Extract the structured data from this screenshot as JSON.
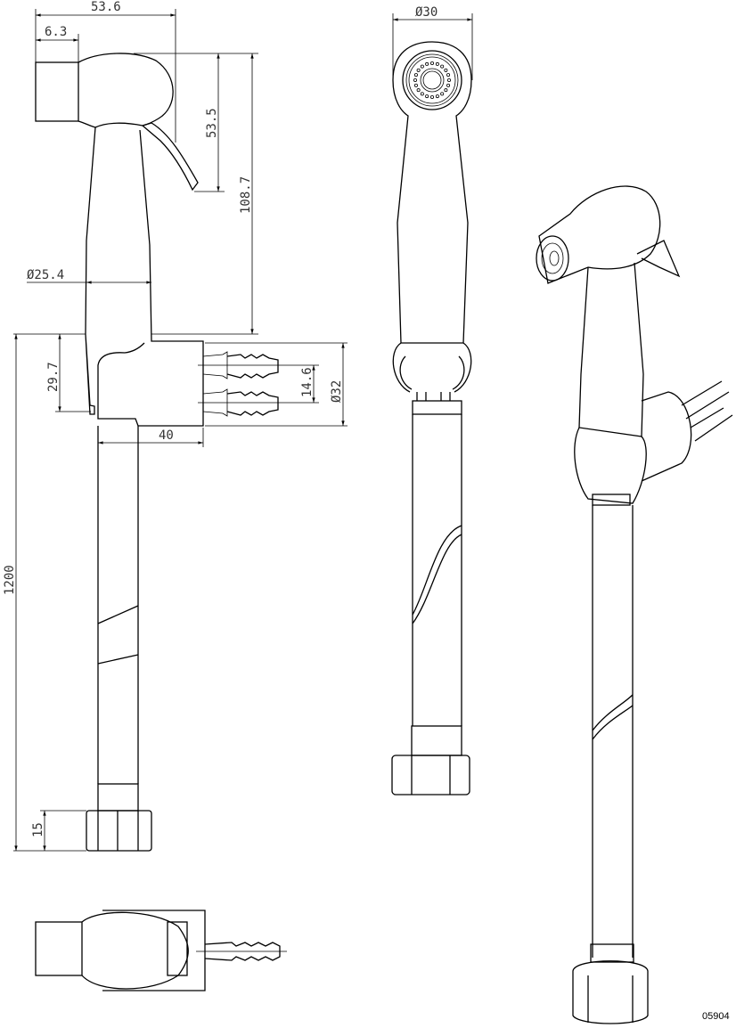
{
  "drawing": {
    "code": "05904",
    "dimensions": {
      "overall_width": "53.6",
      "nozzle_length": "6.3",
      "trigger_height": "53.5",
      "handle_height": "108.7",
      "handle_diameter": "Ø25.4",
      "bracket_height": "29.7",
      "inlet_spacing": "14.6",
      "bracket_diameter": "Ø32",
      "bracket_width": "40",
      "hose_length": "1200",
      "nut_height": "15",
      "head_diameter": "Ø30"
    }
  }
}
